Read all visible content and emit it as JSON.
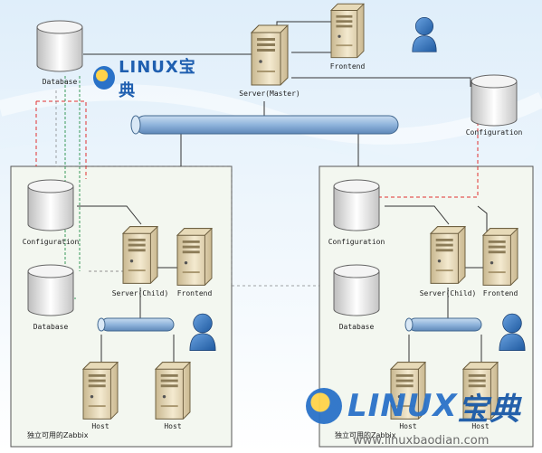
{
  "master": {
    "database_label": "Database",
    "server_label": "Server(Master)",
    "frontend_label": "Frontend",
    "configuration_label": "Configuration"
  },
  "left_zone": {
    "configuration_label": "Configuration",
    "database_label": "Database",
    "server_label": "Server(Child)",
    "frontend_label": "Frontend",
    "host1_label": "Host",
    "host2_label": "Host",
    "caption": "独立可用的Zabbix"
  },
  "right_zone": {
    "configuration_label": "Configuration",
    "database_label": "Database",
    "server_label": "Server(Child)",
    "frontend_label": "Frontend",
    "host1_label": "Host",
    "host2_label": "Host",
    "caption": "独立可用的Zabbix"
  },
  "logos": {
    "top_text": "LINUX宝典",
    "bottom_text_a": "LINUX",
    "bottom_text_b": "宝典",
    "url": "www.linuxbaodian.com"
  },
  "colors": {
    "zone_fill": "#f3f7f0",
    "bus_fill": "#9ec0e0",
    "server_fill": "#efe3c2",
    "user_fill": "#3b78c2",
    "dashed_red": "#e03030",
    "dashed_green": "#3a9a5a"
  },
  "icons": {
    "database": "database-cylinder-icon",
    "server": "server-tower-icon",
    "user": "user-icon",
    "bus": "network-bus-icon"
  }
}
